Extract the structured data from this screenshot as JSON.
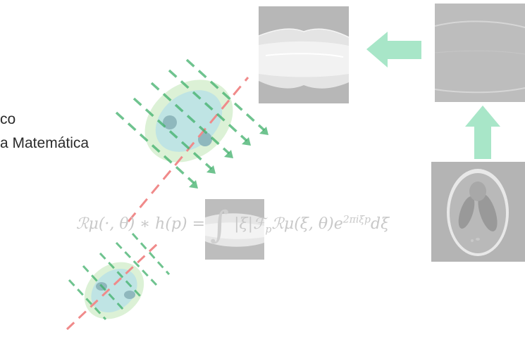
{
  "text": {
    "line1": "co",
    "line2": "a Matemática"
  },
  "formula": {
    "lhs": "ℛμ(·, θ) ∗ h(p) =",
    "integral": "∫",
    "rhs": "|ξ|ℱ",
    "rhs_sub": "p",
    "rhs2": "ℛμ(ξ, θ)e",
    "exponent": "2πiξp",
    "tail": "dξ"
  },
  "colors": {
    "arrow_green": "#a8e6c8",
    "dash_green": "#3fb06a",
    "dash_red": "#f08a8a",
    "ellipse_outer": "#d8efd2",
    "ellipse_inner": "#bfe4e4",
    "panel_gray": "#b9b9b9"
  }
}
